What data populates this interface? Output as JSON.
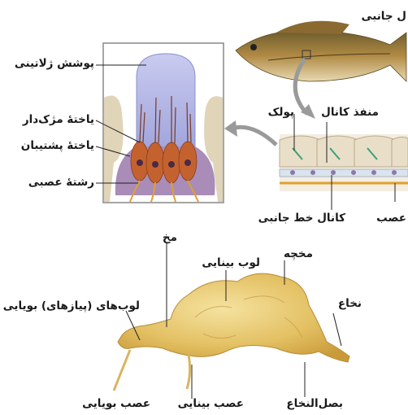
{
  "labels": {
    "gelatinous_cover": "پوشش ژلاتینی",
    "hair_cell": "یاختهٔ مژک‌دار",
    "supporting_cell": "یاختهٔ پشتیبان",
    "nerve_fiber": "رشتهٔ عصبی",
    "lateral_line_top": "ل جانبی",
    "scale": "پولک",
    "canal_opening": "منفذ کانال",
    "lateral_line_canal": "کانال خط جانبی",
    "nerve": "عصب",
    "brain": "مخ",
    "optic_lobe": "لوب بینایی",
    "cerebellum": "مخچه",
    "spinal_cord": "نخاع",
    "olfactory_lobes": "لوب‌های (پیازهای) بویایی",
    "olfactory_nerve": "عصب بویایی",
    "optic_nerve": "عصب بینایی",
    "medulla": "بصل‌النخاع"
  },
  "colors": {
    "gel": "#b7b9e6",
    "hair_cell": "#c4622f",
    "support": "#a98cb8",
    "nerve": "#e0a030",
    "fish": "#9c7a3c",
    "brain": "#e7c668",
    "arrow": "#9a9a9a"
  }
}
